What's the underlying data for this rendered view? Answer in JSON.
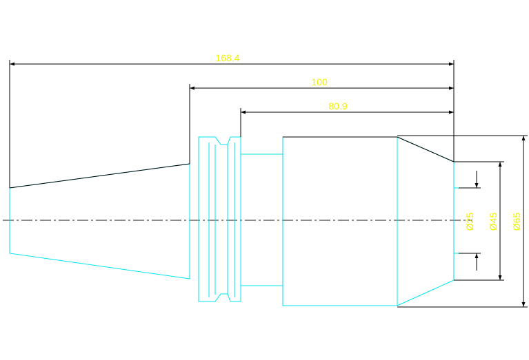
{
  "drawing": {
    "colors": {
      "outline": "#00e5ee",
      "dimension_line": "#000000",
      "dimension_text": "#f0f000",
      "center_line": "#1a1a1a",
      "background": "#ffffff"
    },
    "dimensions": {
      "total_length": "168.4",
      "gauge_to_end": "100",
      "body_length": "80.9",
      "bore_diameter": "Ø25",
      "nose_diameter": "Ø45",
      "body_diameter": "Ø65"
    }
  }
}
